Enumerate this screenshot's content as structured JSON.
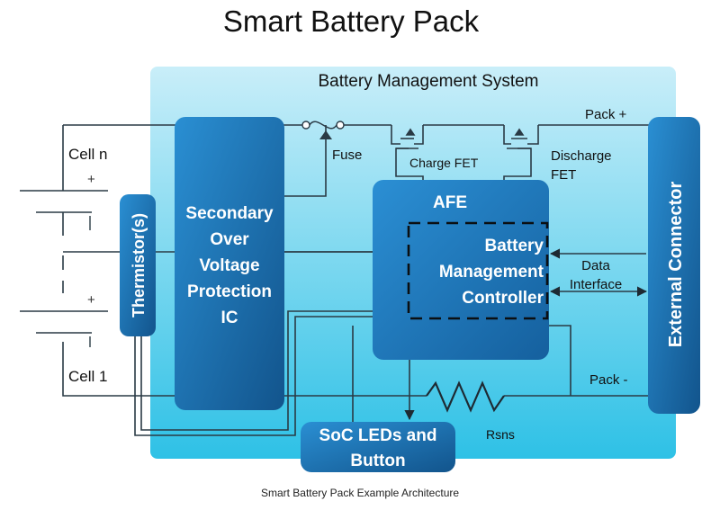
{
  "title": "Smart Battery Pack",
  "caption": "Smart Battery Pack Example Architecture",
  "bms": {
    "label": "Battery Management System"
  },
  "blocks": {
    "protection": {
      "lines": [
        "Secondary",
        "Over",
        "Voltage",
        "Protection",
        "IC"
      ]
    },
    "thermistor": {
      "label": "Thermistor(s)"
    },
    "afe": {
      "label": "AFE"
    },
    "bmc": {
      "lines": [
        "Battery",
        "Management",
        "Controller"
      ]
    },
    "connector": {
      "label": "External Connector"
    },
    "soc": {
      "lines": [
        "SoC LEDs and",
        "Button"
      ]
    }
  },
  "labels": {
    "cell_n": "Cell n",
    "cell_1": "Cell 1",
    "plus": "+",
    "fuse": "Fuse",
    "charge_fet": "Charge FET",
    "discharge_fet": [
      "Discharge",
      "FET"
    ],
    "pack_plus": "Pack +",
    "pack_minus": "Pack -",
    "data_interface": [
      "Data",
      "Interface"
    ],
    "rsns": "Rsns"
  },
  "colors": {
    "bms_bg": "#c8ecf8",
    "block_blue": "#1a6fb0",
    "wire": "#2a3a45"
  }
}
